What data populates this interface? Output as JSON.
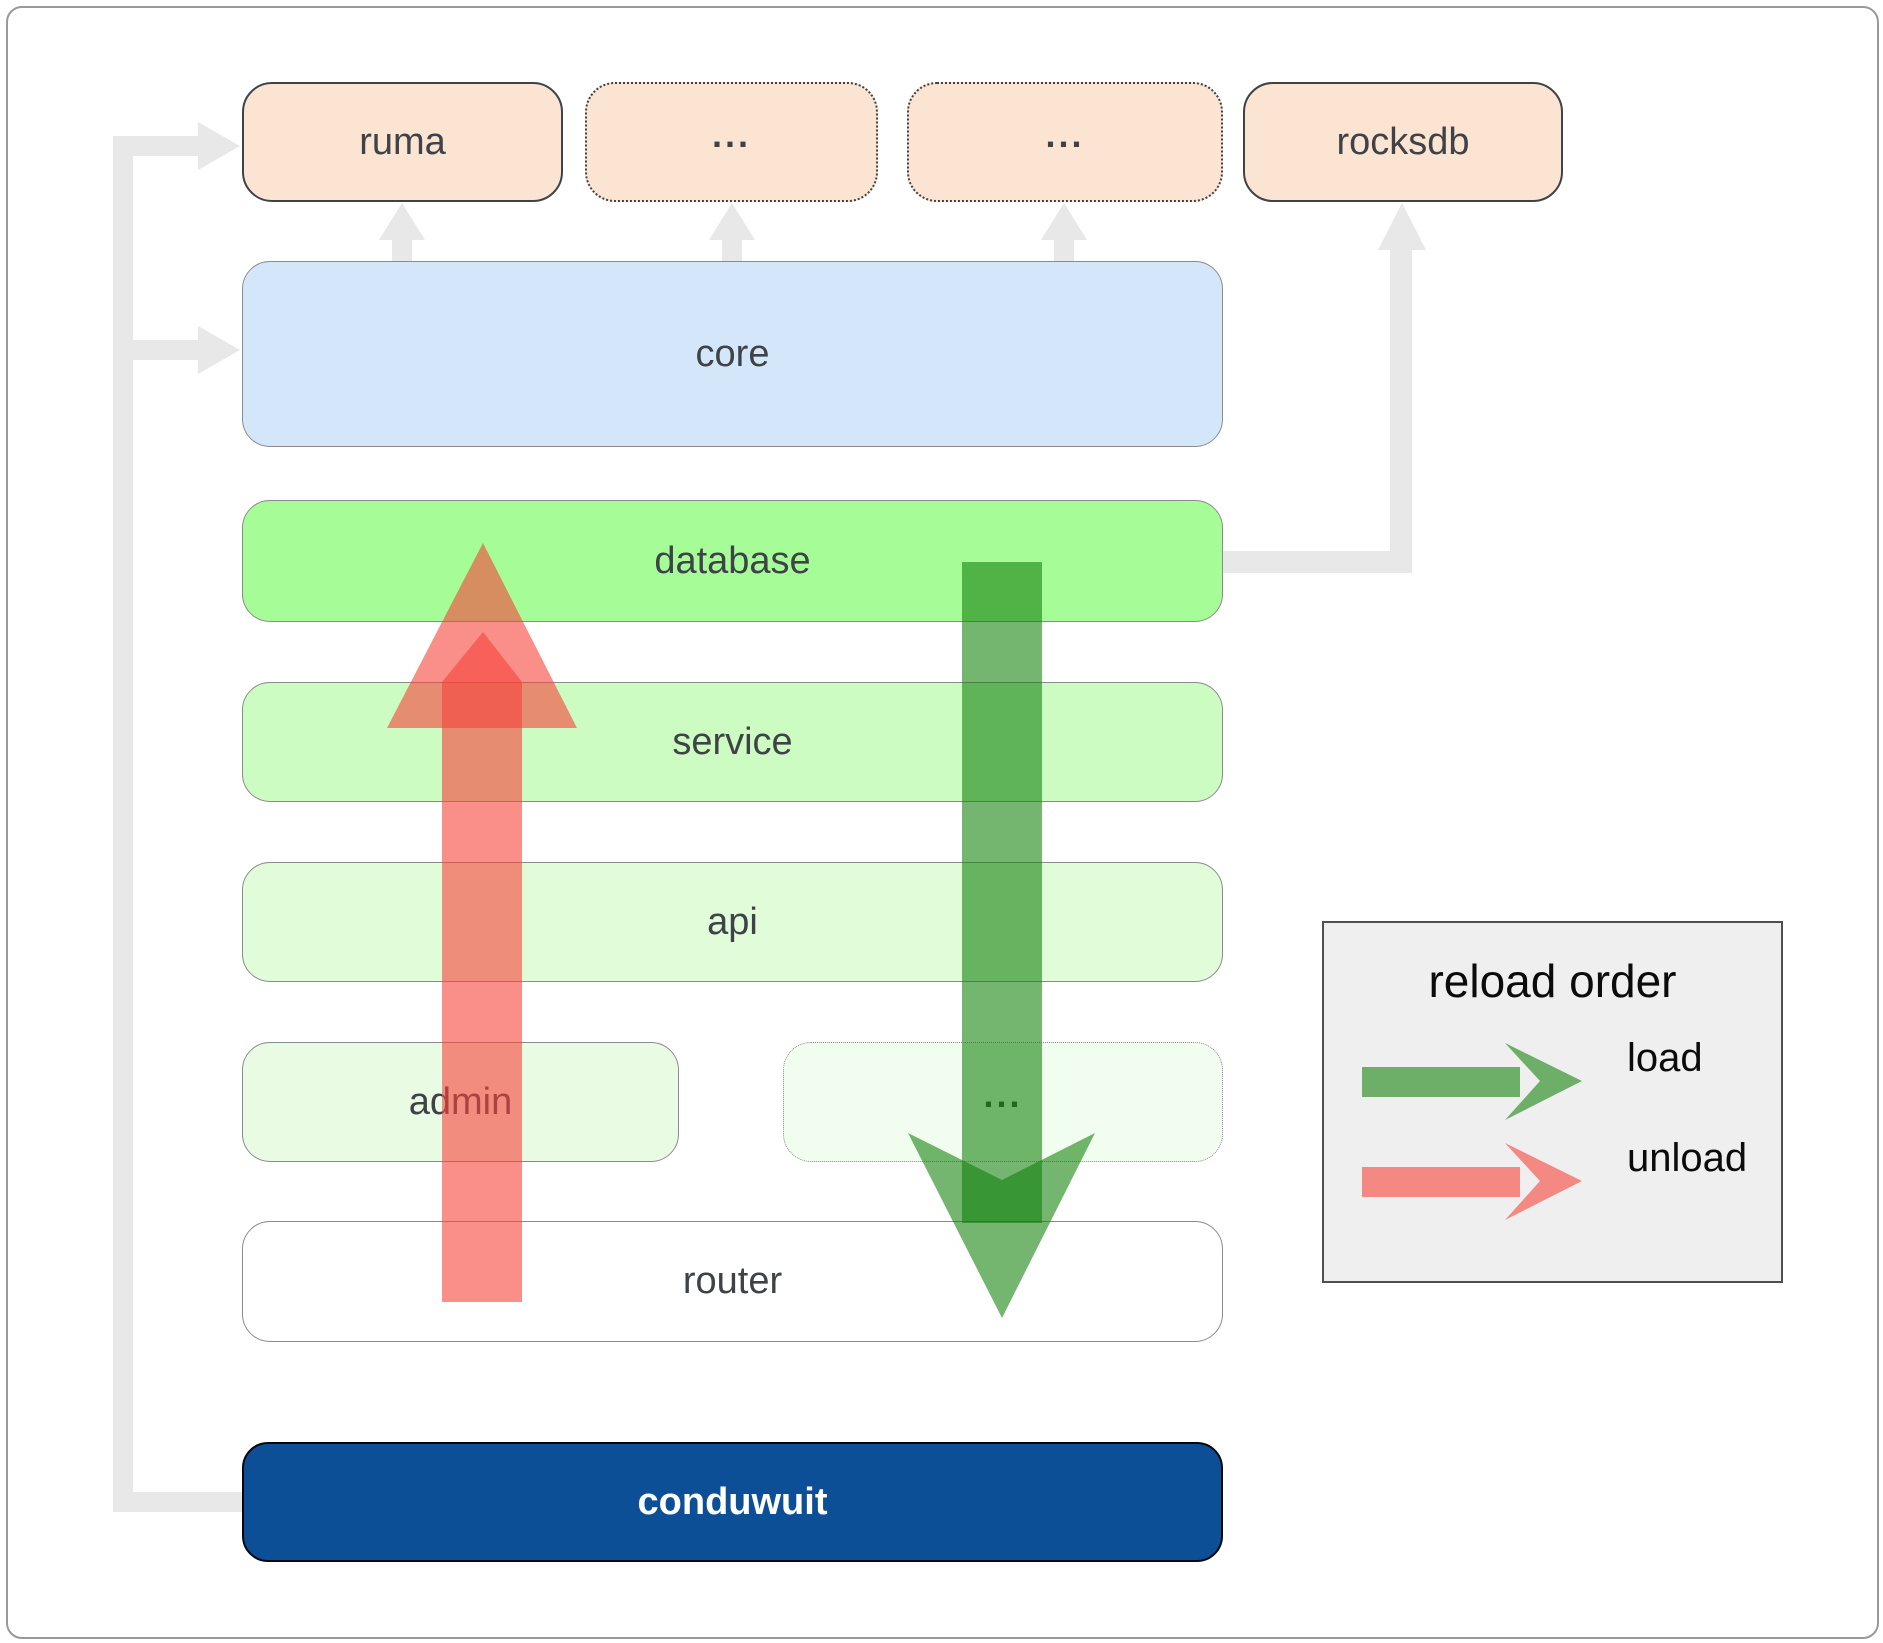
{
  "diagram": {
    "top_row": {
      "ruma": "ruma",
      "more_left": "...",
      "more_right": "...",
      "rocksdb": "rocksdb"
    },
    "layers": {
      "core": "core",
      "database": "database",
      "service": "service",
      "api": "api"
    },
    "admin_row": {
      "admin": "admin",
      "more": "..."
    },
    "router": "router",
    "app": "conduwuit",
    "legend": {
      "title": "reload order",
      "load_label": "load",
      "unload_label": "unload"
    },
    "colors": {
      "module_peach": "#fce4d3",
      "core_blue": "#d4e7fa",
      "database_green": "#a6fd98",
      "service_green": "#cdfcc3",
      "api_green": "#e0fcd8",
      "admin_green": "#eafbe4",
      "admin_more_green": "#f1fdee",
      "router_white": "#ffffff",
      "conduwuit_blue": "#0d4f96",
      "connector_gray": "#e8e8e8",
      "load_green": "rgba(16,128,8,0.58)",
      "unload_red": "rgba(247,66,58,0.60)"
    }
  }
}
